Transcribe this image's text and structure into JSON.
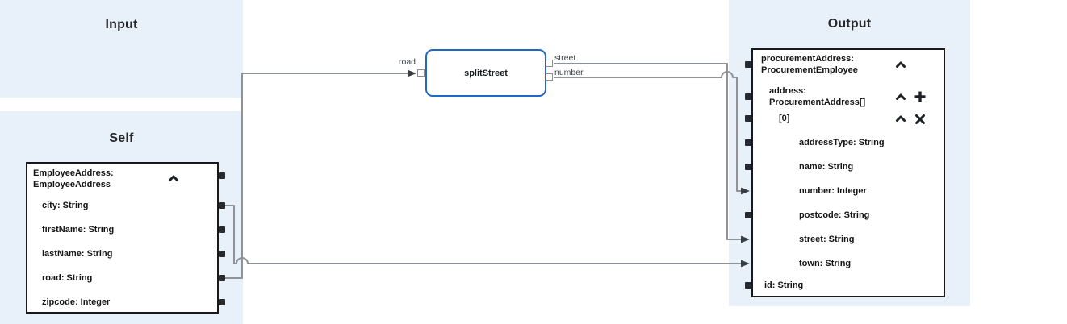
{
  "panels": {
    "input": {
      "title": "Input"
    },
    "self": {
      "title": "Self"
    },
    "output": {
      "title": "Output"
    }
  },
  "self_box": {
    "header_line1": "EmployeeAddress:",
    "header_line2": "EmployeeAddress",
    "fields": [
      "city: String",
      "firstName: String",
      "lastName: String",
      "road: String",
      "zipcode: Integer"
    ]
  },
  "transform_box": {
    "name": "splitStreet",
    "input_port_label": "road",
    "output_port_labels": [
      "street",
      "number"
    ]
  },
  "output_box": {
    "header_line1": "procurementAddress:",
    "header_line2": "ProcurementEmployee",
    "group_line1": "address:",
    "group_line2": "ProcurementAddress[]",
    "index_label": "[0]",
    "fields": [
      "addressType: String",
      "name: String",
      "number: Integer",
      "postcode: String",
      "street: String",
      "town: String"
    ],
    "id_field": "id: String"
  },
  "connections": [
    {
      "from": "Self.EmployeeAddress.road",
      "to": "splitStreet.road"
    },
    {
      "from": "splitStreet.street",
      "to": "Output.procurementAddress.address[0].street"
    },
    {
      "from": "splitStreet.number",
      "to": "Output.procurementAddress.address[0].number"
    },
    {
      "from": "Self.EmployeeAddress.city",
      "to": "Output.procurementAddress.address[0].town"
    }
  ],
  "colors": {
    "panel_bg": "#e8f1fa",
    "box_border": "#17191d",
    "transform_border": "#1e68c7",
    "connector_line": "#8f9296",
    "arrowhead": "#3a3e42",
    "port_dark": "#26292d",
    "text": "#151515"
  }
}
